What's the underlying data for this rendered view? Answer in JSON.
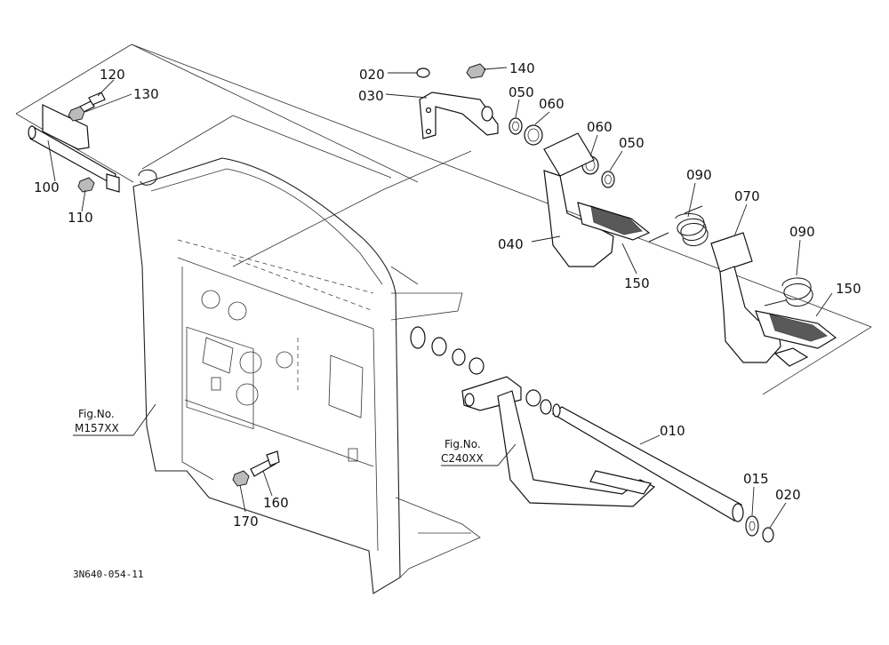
{
  "diagram": {
    "drawing_code": "3N640-054-11",
    "part_labels": {
      "p010": "010",
      "p015": "015",
      "p020_top": "020",
      "p020_bottom": "020",
      "p030": "030",
      "p040": "040",
      "p050_a": "050",
      "p050_b": "050",
      "p060_a": "060",
      "p060_b": "060",
      "p070": "070",
      "p090_a": "090",
      "p090_b": "090",
      "p100": "100",
      "p110": "110",
      "p120": "120",
      "p130": "130",
      "p140": "140",
      "p150_a": "150",
      "p150_b": "150",
      "p160": "160",
      "p170": "170"
    },
    "fig_refs": {
      "left_line1": "Fig.No.",
      "left_line2": "M157XX",
      "right_line1": "Fig.No.",
      "right_line2": "C240XX"
    }
  }
}
